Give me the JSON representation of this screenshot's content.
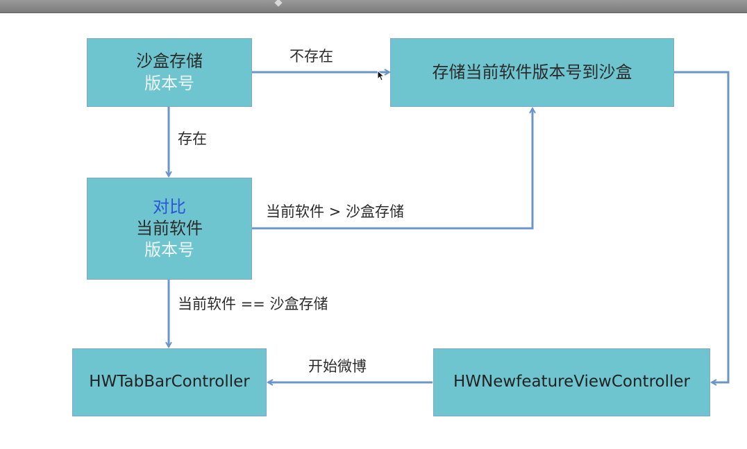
{
  "nodes": {
    "sandbox": {
      "line1": "沙盒存储",
      "line2": "版本号"
    },
    "store": {
      "line1": "存储当前软件版本号到沙盒"
    },
    "compare": {
      "line1": "对比",
      "line2": "当前软件",
      "line3": "版本号"
    },
    "tabbar": {
      "line1": "HWTabBarController"
    },
    "newfeature": {
      "line1": "HWNewfeatureViewController"
    }
  },
  "edges": {
    "not_exist": "不存在",
    "exist": "存在",
    "greater": "当前软件 > 沙盒存储",
    "equal": "当前软件 == 沙盒存储",
    "start_weibo": "开始微博"
  },
  "colors": {
    "box_fill": "#6fc5cf",
    "box_border": "#7fa7c6",
    "arrow": "#6b94c8",
    "highlight_text": "#2a55d8",
    "muted_text": "#eef7f8"
  }
}
